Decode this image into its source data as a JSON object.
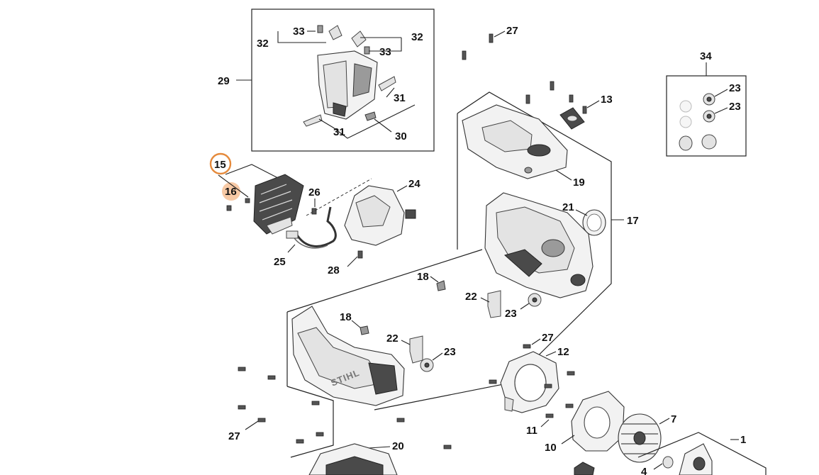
{
  "diagram": {
    "labels": {
      "l1": "1",
      "l4": "4",
      "l7": "7",
      "l10": "10",
      "l11": "11",
      "l12": "12",
      "l13": "13",
      "l15": "15",
      "l16": "16",
      "l17": "17",
      "l18a": "18",
      "l18b": "18",
      "l19": "19",
      "l20": "20",
      "l21": "21",
      "l22a": "22",
      "l22b": "22",
      "l23a": "23",
      "l23b": "23",
      "l23c": "23",
      "l23d": "23",
      "l24": "24",
      "l25": "25",
      "l26": "26",
      "l27a": "27",
      "l27b": "27",
      "l27c": "27",
      "l28": "28",
      "l29": "29",
      "l30": "30",
      "l31a": "31",
      "l31b": "31",
      "l32a": "32",
      "l32b": "32",
      "l33a": "33",
      "l33b": "33",
      "l34": "34"
    },
    "brand_mark": "STIHL",
    "highlight": {
      "selected_part": "15",
      "related_part": "16",
      "ring_color": "#e58a3c",
      "fill_color": "#f7c9a5"
    }
  }
}
